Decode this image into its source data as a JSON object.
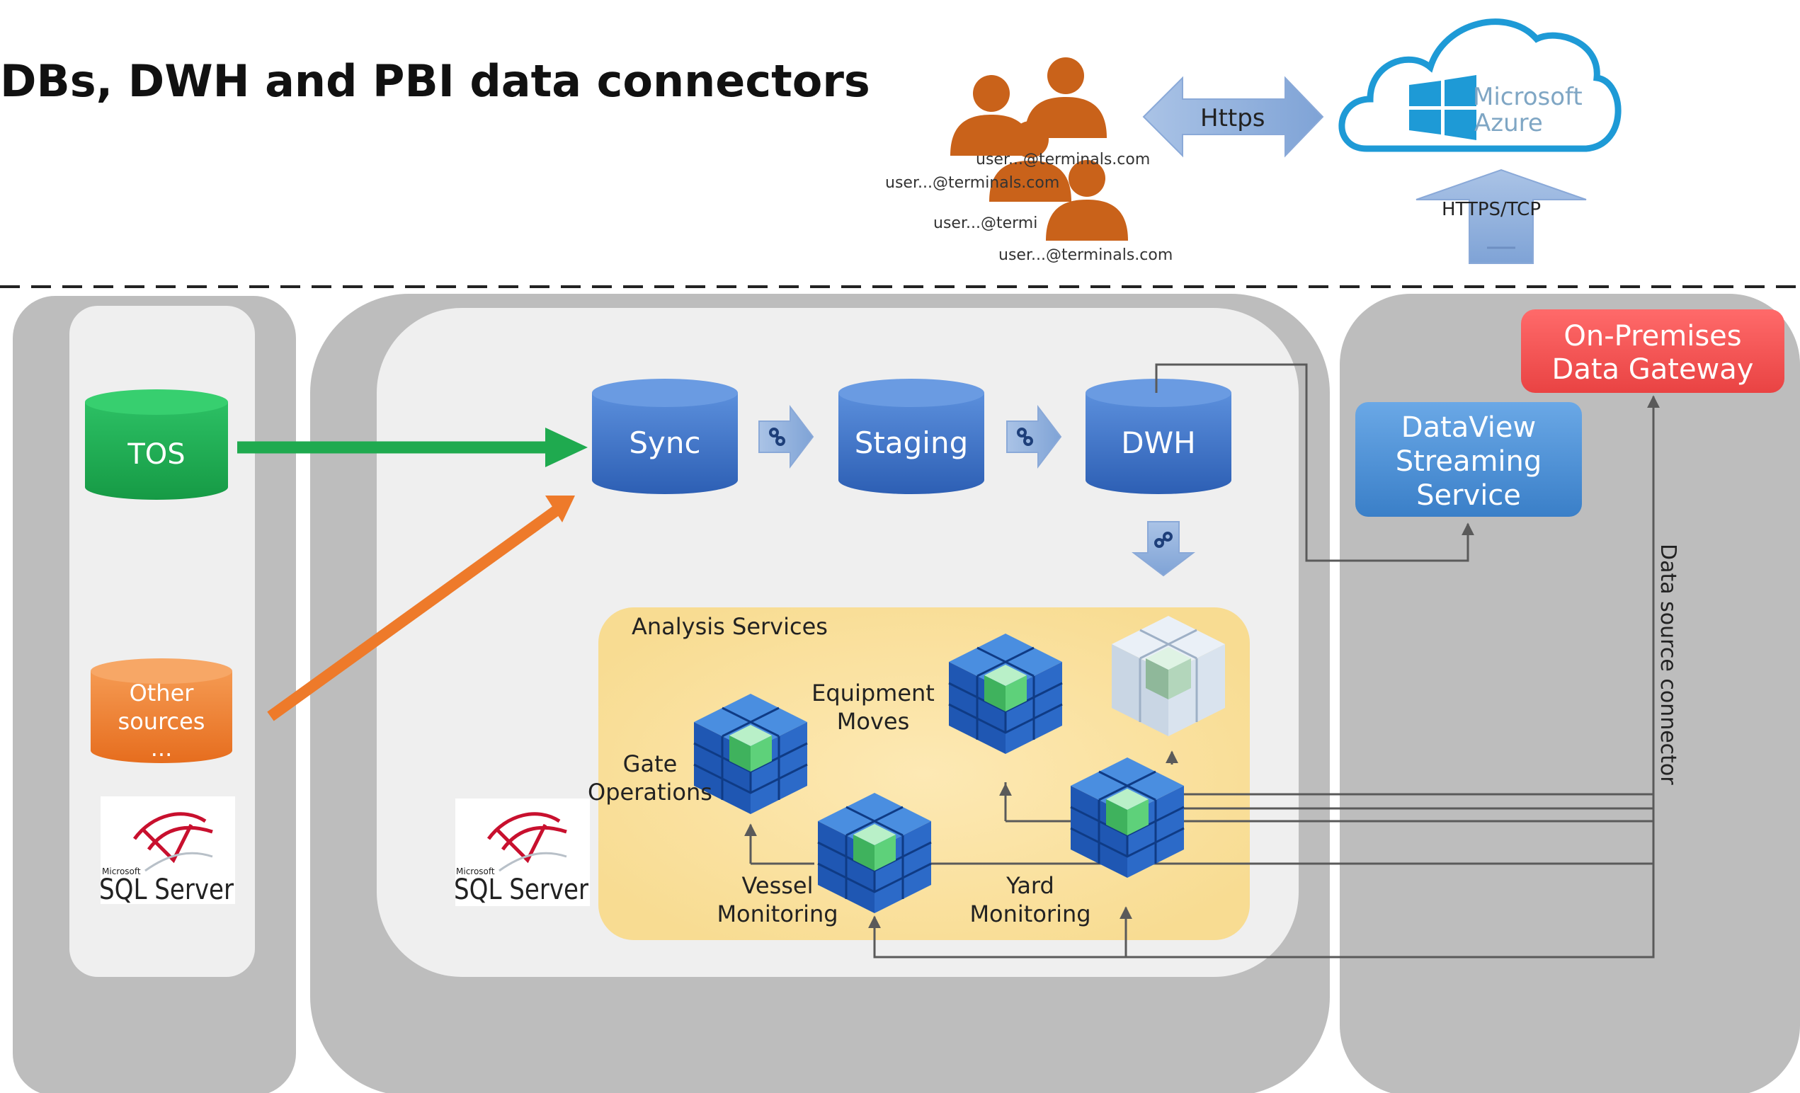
{
  "title": "DBs, DWH and PBI data connectors",
  "cloud": {
    "users": [
      "user...@terminals.com",
      "user...@terminals.com",
      "user...@termi",
      "user...@terminals.com"
    ],
    "https_label": "Https",
    "azure_line1": "Microsoft",
    "azure_line2": "Azure",
    "https_tcp_label": "HTTPS/TCP"
  },
  "sources": {
    "tos": "TOS",
    "other_line1": "Other",
    "other_line2": "sources",
    "other_line3": "...",
    "sql_small": "Microsoft",
    "sql_label": "SQL Server"
  },
  "pipeline": {
    "sync": "Sync",
    "staging": "Staging",
    "dwh": "DWH"
  },
  "analysis": {
    "title": "Analysis Services",
    "gate_line1": "Gate",
    "gate_line2": "Operations",
    "equipment_line1": "Equipment",
    "equipment_line2": "Moves",
    "vessel_line1": "Vessel",
    "vessel_line2": "Monitoring",
    "yard_line1": "Yard",
    "yard_line2": "Monitoring"
  },
  "gateway": {
    "onprem_line1": "On-Premises",
    "onprem_line2": "Data Gateway",
    "dataview_line1": "DataView",
    "dataview_line2": "Streaming",
    "dataview_line3": "Service",
    "connector_label": "Data source connector"
  },
  "colors": {
    "tos": "#1faa4f",
    "other": "#ee7a2a",
    "pipeline_db": "#3a6fc6",
    "analysis_bg": "#fbe3a4",
    "onprem": "#f05454",
    "dataview": "#4a8fd4",
    "user_icon": "#c9621a",
    "azure": "#1e9ad6"
  }
}
